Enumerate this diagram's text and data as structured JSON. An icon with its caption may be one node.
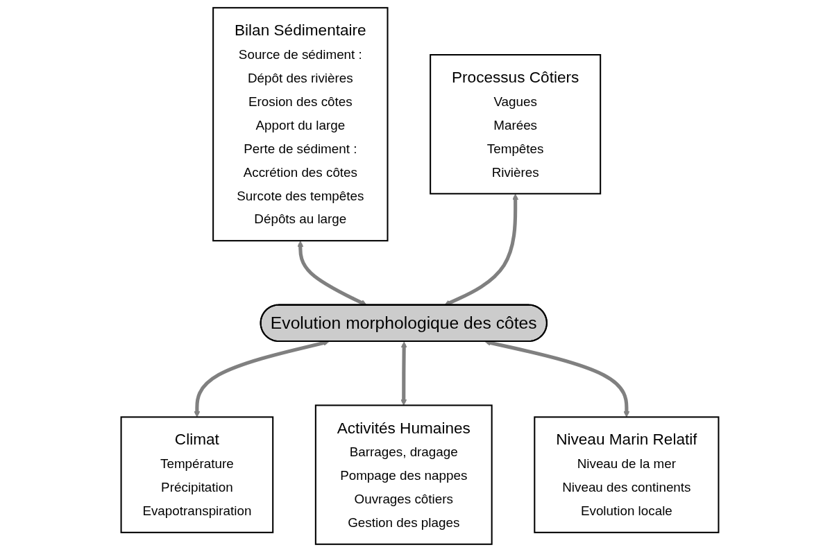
{
  "diagram": {
    "nodes": [
      {
        "text": [
          "Bilan Sédimentaire",
          "Source de sédiment :",
          "Dépôt des rivières",
          "Erosion des côtes",
          "Apport du large",
          "Perte de sédiment :",
          "Accrétion des côtes",
          "Surcote des tempêtes",
          "Dépôts au large"
        ]
      },
      {
        "text": [
          "Processus Côtiers",
          "Vagues",
          "Marées",
          "Tempêtes",
          "Rivières"
        ]
      },
      {
        "text": [
          "Evolution morphologique des côtes"
        ]
      },
      {
        "text": [
          "Climat",
          "Température",
          "Précipitation",
          "Evapotranspiration"
        ]
      },
      {
        "text": [
          "Activités Humaines",
          "Barrages, dragage",
          "Pompage des nappes",
          "Ouvrages côtiers",
          "Gestion des plages"
        ]
      },
      {
        "text": [
          "Niveau Marin Relatif",
          "Niveau de la mer",
          "Niveau des continents",
          "Evolution locale"
        ]
      }
    ],
    "edges": [
      {
        "from": 0,
        "to": 2,
        "arrow": "both"
      },
      {
        "from": 1,
        "to": 2,
        "arrow": "both"
      },
      {
        "from": 2,
        "to": 3,
        "arrow": "both"
      },
      {
        "from": 2,
        "to": 4,
        "arrow": "both"
      },
      {
        "from": 2,
        "to": 5,
        "arrow": "both"
      }
    ]
  }
}
